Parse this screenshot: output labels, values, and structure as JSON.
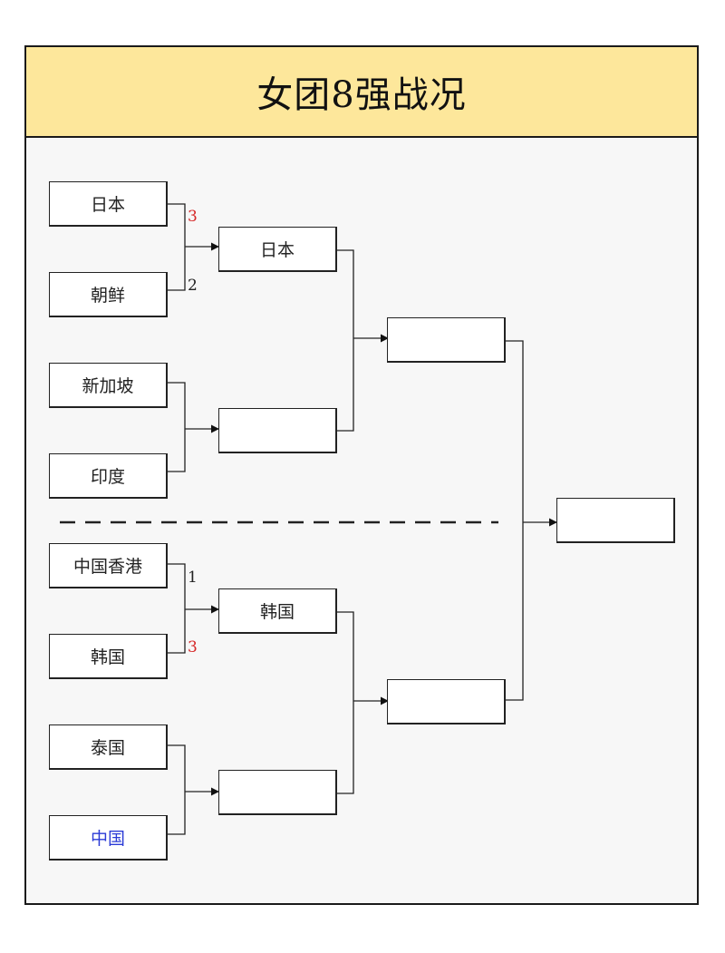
{
  "title": "女团8强战况",
  "round1": [
    {
      "name": "日本"
    },
    {
      "name": "朝鲜"
    },
    {
      "name": "新加坡"
    },
    {
      "name": "印度"
    },
    {
      "name": "中国香港"
    },
    {
      "name": "韩国"
    },
    {
      "name": "泰国"
    },
    {
      "name": "中国",
      "highlight": true
    }
  ],
  "quarter_winners": [
    "日本",
    "",
    "韩国",
    ""
  ],
  "semi_winners": [
    "",
    ""
  ],
  "champion": "",
  "scores": {
    "match1": {
      "top": "3",
      "bottom": "2"
    },
    "match3": {
      "top": "1",
      "bottom": "3"
    }
  },
  "colors": {
    "title_bg": "#fde79b",
    "win_score": "#d62828",
    "highlight_team": "#2b3bd6"
  }
}
